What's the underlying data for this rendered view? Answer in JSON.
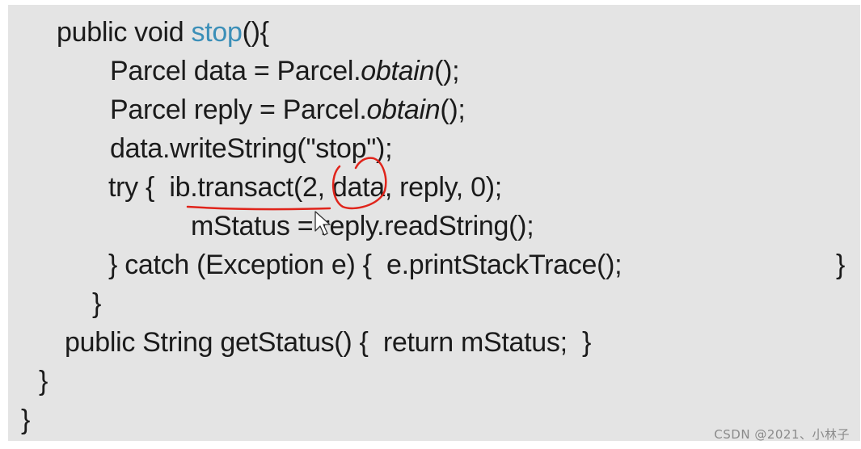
{
  "code": {
    "l1": {
      "pre": "public void ",
      "fn": "stop",
      "post": "(){"
    },
    "l2": {
      "pre": "Parcel data = Parcel.",
      "it": "obtain",
      "post": "();"
    },
    "l3": {
      "pre": "Parcel reply = Parcel.",
      "it": "obtain",
      "post": "();"
    },
    "l4": "data.writeString(\"stop\");",
    "l5": {
      "pre": "try {  ",
      "call": "ib.transact",
      "post": "(2, data, reply, 0);"
    },
    "l6": "mStatus = reply.readString();",
    "l7": {
      "main": "} catch (Exception e) {  e.printStackTrace();",
      "close": "}"
    },
    "l8": "}",
    "l9": "public String getStatus() {  return mStatus;  }",
    "l10": "}",
    "l11": "}"
  },
  "watermark": "CSDN @2021、小林子",
  "colors": {
    "slide_bg": "#e4e4e4",
    "text": "#1b1b1b",
    "method_name": "#3b8fb8",
    "annotation": "#e0241b"
  }
}
